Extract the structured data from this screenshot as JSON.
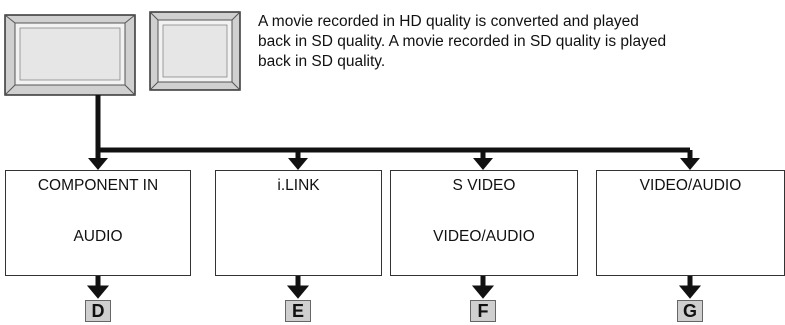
{
  "description": {
    "line1": "A movie recorded in HD quality is converted and played",
    "line2": "back in SD quality. A movie recorded in SD quality is played",
    "line3": "back in SD quality."
  },
  "connections": [
    {
      "labels": [
        "COMPONENT IN",
        "AUDIO"
      ],
      "target": "D"
    },
    {
      "labels": [
        "i.LINK"
      ],
      "target": "E"
    },
    {
      "labels": [
        "S VIDEO",
        "VIDEO/AUDIO"
      ],
      "target": "F"
    },
    {
      "labels": [
        "VIDEO/AUDIO"
      ],
      "target": "G"
    }
  ],
  "colors": {
    "line": "#111111",
    "target_fill": "#cfcfcf",
    "tv_frame": "#c8c8c8"
  }
}
